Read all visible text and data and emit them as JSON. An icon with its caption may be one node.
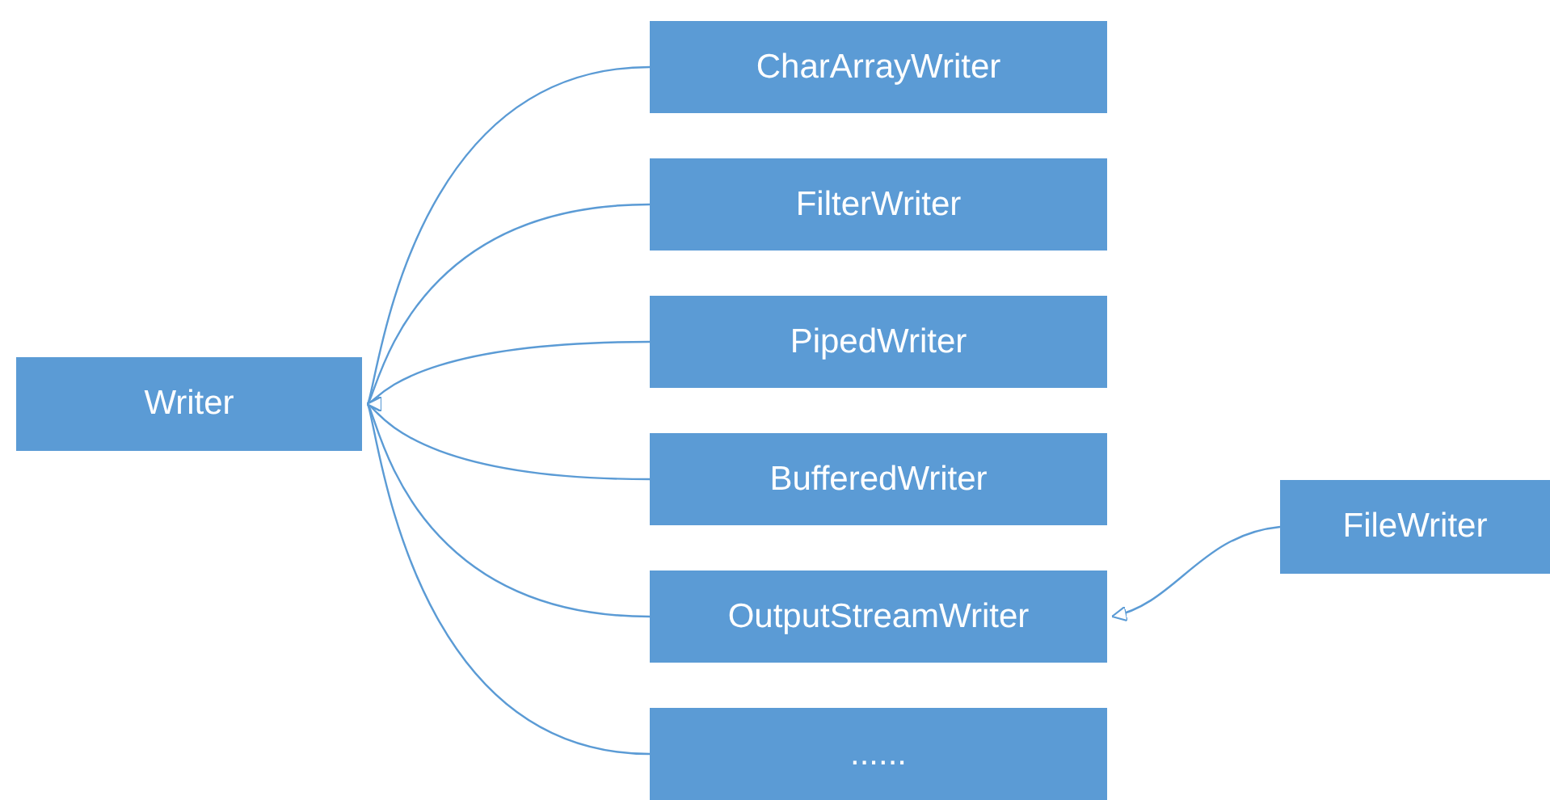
{
  "diagram": {
    "nodes": [
      {
        "text": [
          "Writer"
        ]
      },
      {
        "text": [
          "CharArrayWriter"
        ]
      },
      {
        "text": [
          "FilterWriter"
        ]
      },
      {
        "text": [
          "PipedWriter"
        ]
      },
      {
        "text": [
          "BufferedWriter"
        ]
      },
      {
        "text": [
          "OutputStreamWriter"
        ]
      },
      {
        "text": [
          "......"
        ]
      },
      {
        "text": [
          "FileWriter"
        ]
      }
    ],
    "edges": [
      {
        "from": 1,
        "to": 0,
        "arrow": "to"
      },
      {
        "from": 2,
        "to": 0,
        "arrow": "to"
      },
      {
        "from": 3,
        "to": 0,
        "arrow": "to"
      },
      {
        "from": 4,
        "to": 0,
        "arrow": "to"
      },
      {
        "from": 5,
        "to": 0,
        "arrow": "to"
      },
      {
        "from": 6,
        "to": 0,
        "arrow": "to"
      },
      {
        "from": 7,
        "to": 5,
        "arrow": "to"
      }
    ]
  }
}
